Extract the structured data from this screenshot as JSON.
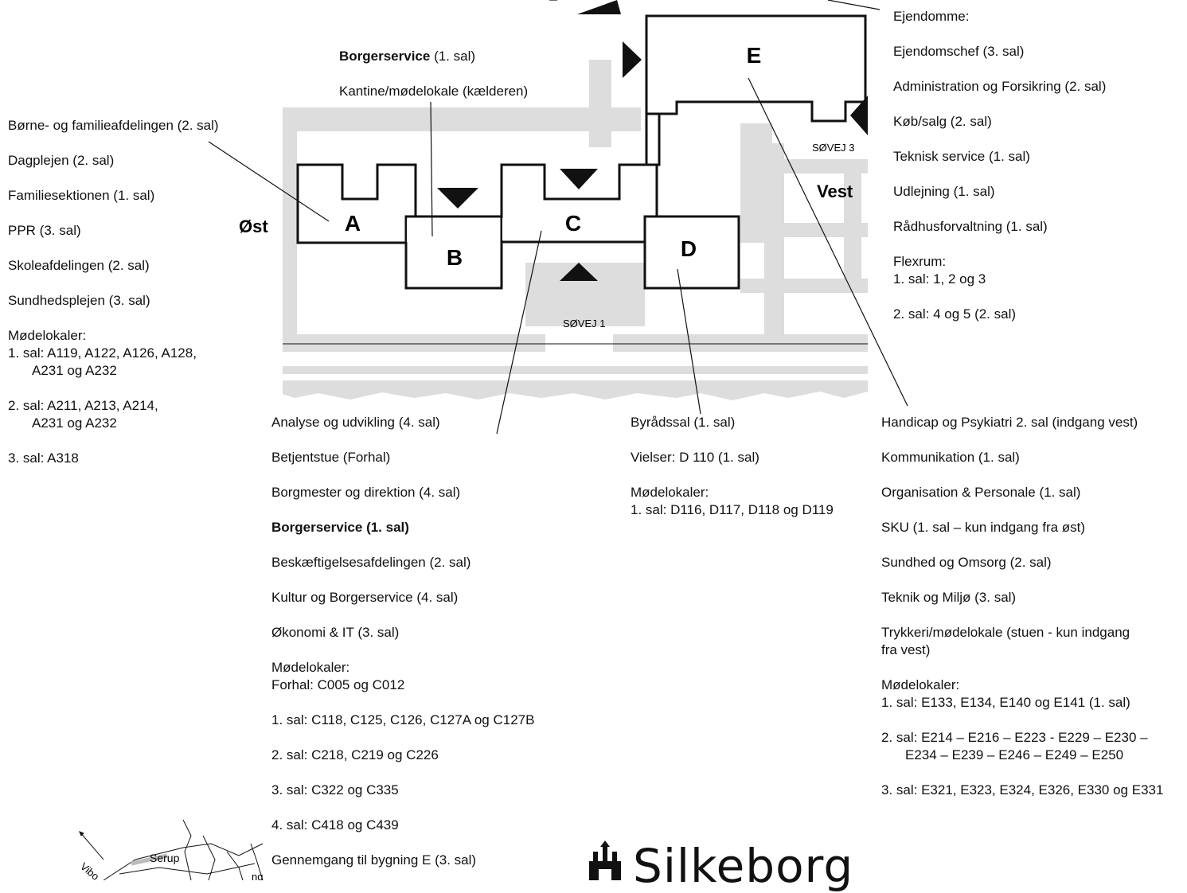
{
  "ejendomme": {
    "items": [
      "Ejendomme:",
      "Ejendomschef (3. sal)",
      "Administration og Forsikring (2. sal)",
      "Køb/salg (2. sal)",
      "Teknisk service (1. sal)",
      "Udlejning (1. sal)",
      "Rådhusforvaltning (1. sal)"
    ],
    "flexrum_title": "Flexrum:",
    "flexrum_1": "1. sal: 1, 2 og 3",
    "flexrum_2": "2. sal: 4 og 5 (2. sal)"
  },
  "top_b": {
    "borgerservice_bold": "Borgerservice",
    "borgerservice_floor": " (1. sal)",
    "kantine": "Kantine/mødelokale (kælderen)"
  },
  "building_a": {
    "items": [
      "Børne- og familieafdelingen (2. sal)",
      "Dagplejen (2. sal)",
      "Familiesektionen (1. sal)",
      "PPR (3. sal)",
      "Skoleafdelingen (2. sal)",
      "Sundhedsplejen (3. sal)"
    ],
    "mode_title": "Mødelokaler:",
    "mode_1a": "1. sal: A119, A122, A126, A128,",
    "mode_1b": "A231 og A232",
    "mode_2a": "2. sal: A211, A213, A214,",
    "mode_2b": "A231 og A232",
    "mode_3": "3. sal: A318"
  },
  "building_c": {
    "items_before": [
      "Analyse og udvikling (4. sal)",
      "Betjentstue (Forhal)",
      "Borgmester og direktion (4. sal)"
    ],
    "bold_item": "Borgerservice (1. sal)",
    "items_after": [
      "Beskæftigelsesafdelingen (2. sal)",
      "Kultur og Borgerservice (4. sal)",
      "Økonomi & IT (3. sal)"
    ],
    "mode_title": "Mødelokaler:",
    "mode_forhal": "Forhal: C005 og C012",
    "mode_lines": [
      "1. sal: C118, C125, C126, C127A og C127B",
      "2. sal: C218, C219 og C226",
      "3. sal: C322 og C335",
      "4. sal: C418 og C439",
      "Gennemgang til bygning E (3. sal)"
    ]
  },
  "building_d": {
    "items": [
      "Byrådssal (1. sal)",
      "Vielser: D 110 (1. sal)"
    ],
    "mode_title": "Mødelokaler:",
    "mode_1": "1. sal: D116, D117, D118 og D119"
  },
  "building_e": {
    "items": [
      "Handicap og Psykiatri 2. sal (indgang vest)",
      "Kommunikation (1. sal)",
      "Organisation & Personale (1. sal)",
      "SKU (1. sal – kun indgang fra øst)",
      "Sundhed og Omsorg (2. sal)",
      "Teknik og Miljø (3. sal)"
    ],
    "trykkeri_1": "Trykkeri/mødelokale (stuen - kun indgang",
    "trykkeri_2": "fra vest)",
    "mode_title": "Mødelokaler:",
    "mode_1": "1. sal: E133, E134, E140 og E141 (1. sal)",
    "mode_2a": "2. sal: E214 – E216 – E223  - E229 – E230 –",
    "mode_2b": "E234 – E239 – E246 – E249 – E250",
    "mode_3": "3. sal: E321, E323, E324, E326, E330 og E331"
  },
  "map": {
    "label_a": "A",
    "label_b": "B",
    "label_c": "C",
    "label_d": "D",
    "label_e": "E",
    "ost": "Øst",
    "vest": "Vest",
    "sovej1": "SØVEJ 1",
    "sovej3": "SØVEJ 3",
    "wall_color": "#111111",
    "shade_color": "#dddddd"
  },
  "minimap": {
    "serup": "Serup",
    "vibo": "Vibo",
    "ng": "ng"
  },
  "logo": {
    "name": "Silkeborg"
  }
}
